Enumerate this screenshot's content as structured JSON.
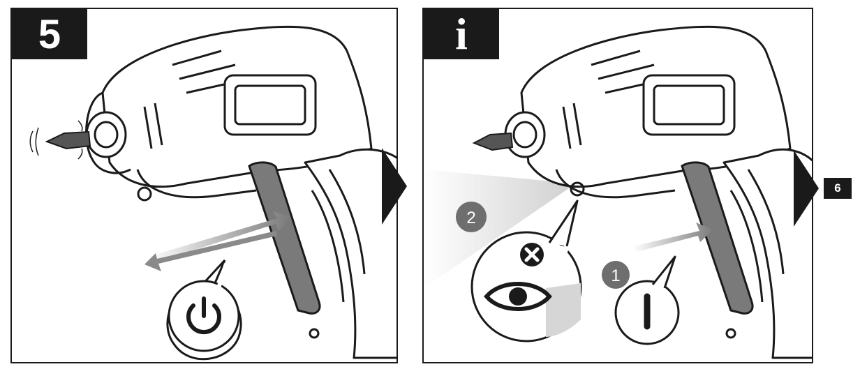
{
  "panels": {
    "left": {
      "step_label": "5",
      "symbol": "power-icon"
    },
    "right": {
      "step_label": "i",
      "step_one": "1",
      "step_two": "2",
      "symbols": [
        "no-icon",
        "eye-icon",
        "on-position-icon"
      ]
    }
  },
  "next_step": "6",
  "colors": {
    "ink": "#1a1a1a",
    "grey_marker": "#6e6e6e",
    "light_beam": "#d6d6d6"
  }
}
